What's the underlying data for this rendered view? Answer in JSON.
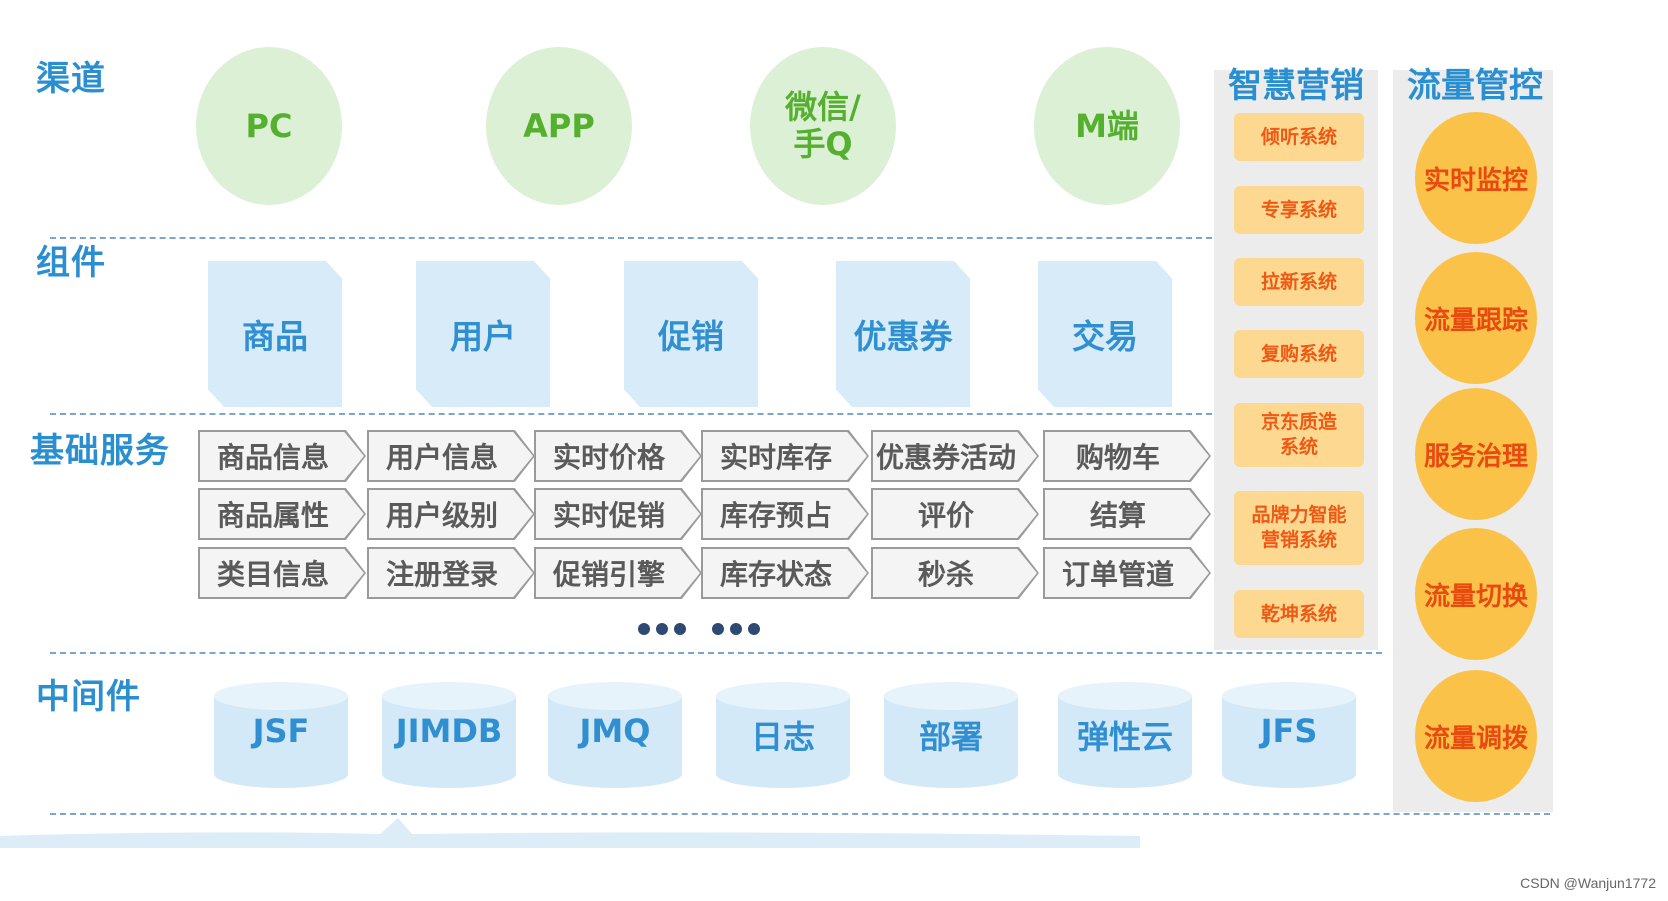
{
  "layers": {
    "channel": "渠道",
    "component": "组件",
    "base_service": "基础服务",
    "middleware": "中间件"
  },
  "channels": [
    "PC",
    "APP",
    "微信/\n手Q",
    "M端"
  ],
  "components": [
    "商品",
    "用户",
    "促销",
    "优惠券",
    "交易"
  ],
  "services": [
    [
      "商品信息",
      "用户信息",
      "实时价格",
      "实时库存",
      "优惠券活动",
      "购物车"
    ],
    [
      "商品属性",
      "用户级别",
      "实时促销",
      "库存预占",
      "评价",
      "结算"
    ],
    [
      "类目信息",
      "注册登录",
      "促销引擎",
      "库存状态",
      "秒杀",
      "订单管道"
    ]
  ],
  "middleware": [
    "JSF",
    "JIMDB",
    "JMQ",
    "日志",
    "部署",
    "弹性云",
    "JFS"
  ],
  "smart_marketing": {
    "title": "智慧营销",
    "items": [
      "倾听系统",
      "专享系统",
      "拉新系统",
      "复购系统",
      "京东质造\n系统",
      "品牌力智能\n营销系统",
      "乾坤系统"
    ]
  },
  "traffic_control": {
    "title": "流量管控",
    "items": [
      "实时监控",
      "流量跟踪",
      "服务治理",
      "流量切换",
      "流量调拨"
    ]
  },
  "colors": {
    "label_blue": "#2a8fd0",
    "channel_fill": "#dcf0d5",
    "channel_text": "#56b030",
    "component_fill": "#d7ebf8",
    "marketing_fill": "#fcd890",
    "traffic_fill": "#fbc24a",
    "accent_orange": "#ee5a15"
  },
  "watermark": "CSDN @Wanjun1772"
}
